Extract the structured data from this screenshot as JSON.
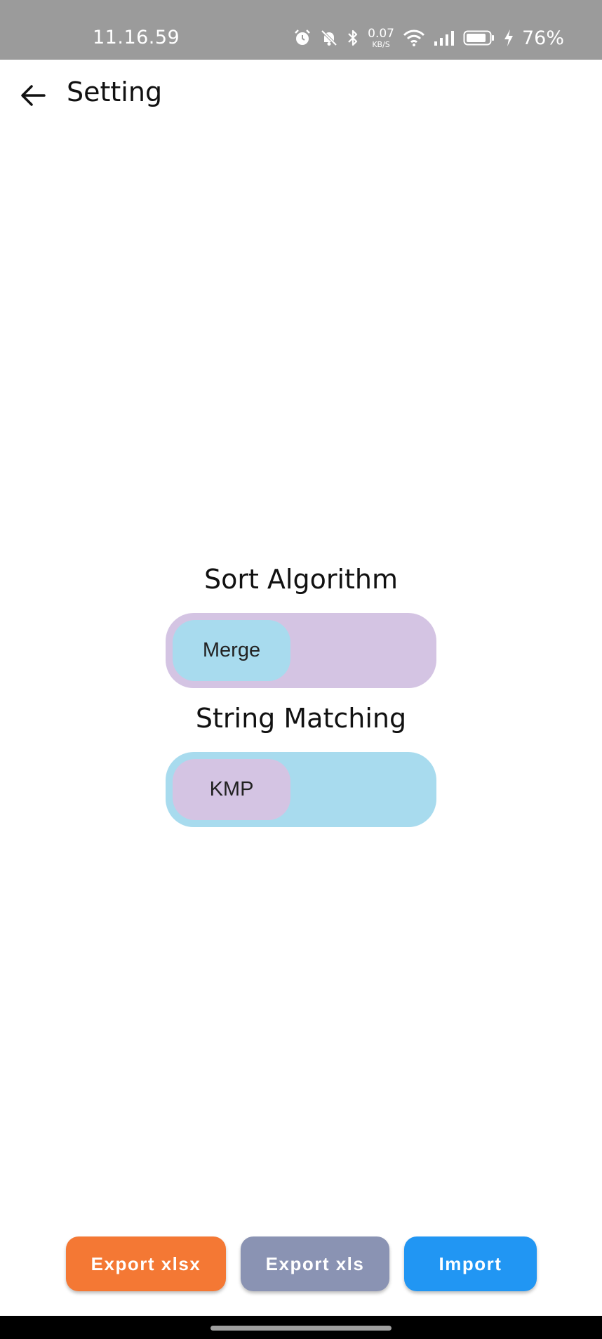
{
  "status_bar": {
    "time": "11.16.59",
    "net_speed_value": "0.07",
    "net_speed_unit": "KB/S",
    "battery_percent": "76%",
    "icons": [
      "alarm-icon",
      "bell-off-icon",
      "bluetooth-icon",
      "wifi-icon",
      "signal-icon",
      "battery-icon",
      "charging-icon"
    ]
  },
  "app_bar": {
    "back_icon": "arrow-left-icon",
    "title": "Setting"
  },
  "settings": {
    "sort": {
      "title": "Sort Algorithm",
      "value": "Merge",
      "track_color": "#d4c4e3",
      "knob_color": "#a8dbee"
    },
    "string_matching": {
      "title": "String Matching",
      "value": "KMP",
      "track_color": "#a8dbee",
      "knob_color": "#d4c4e3"
    }
  },
  "actions": {
    "export_xlsx": {
      "label": "Export xlsx",
      "color": "#f47834"
    },
    "export_xls": {
      "label": "Export xls",
      "color": "#8a93b3"
    },
    "import": {
      "label": "Import",
      "color": "#2196f3"
    }
  },
  "colors": {
    "status_bar": "#9b9b9b",
    "background": "#ffffff",
    "nav_bar": "#000000"
  }
}
